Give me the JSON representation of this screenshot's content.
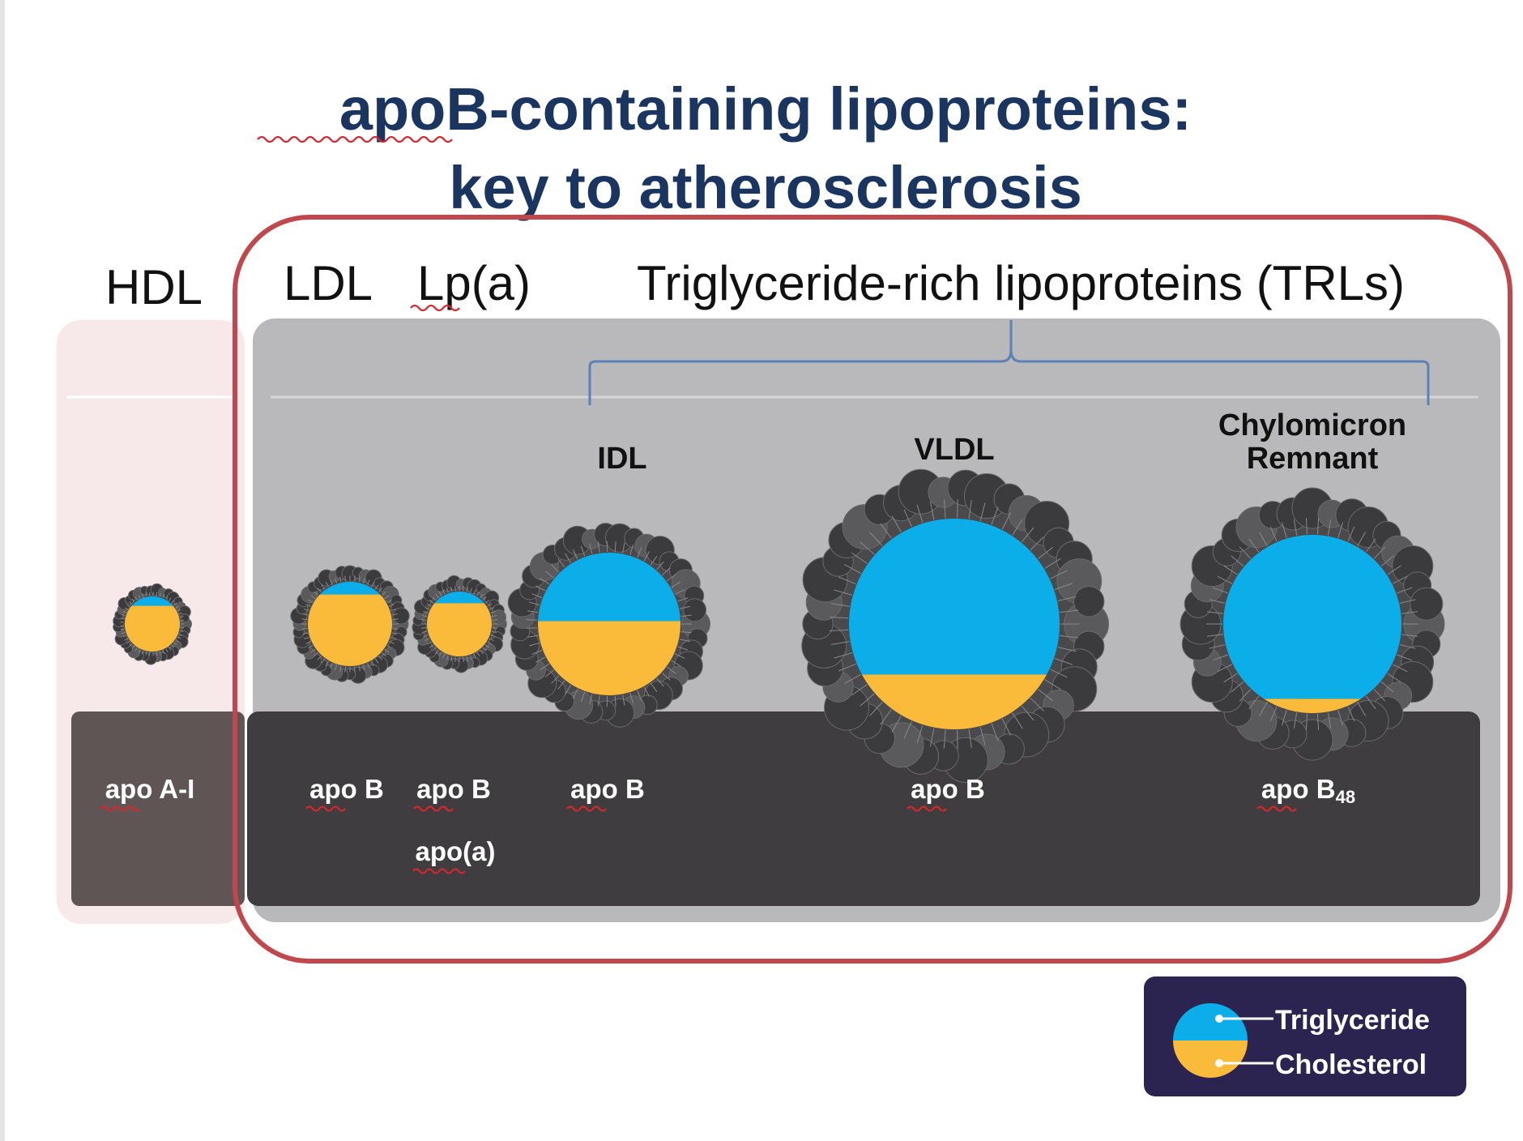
{
  "title": {
    "line1": "apoB-containing lipoproteins:",
    "line2": "key to atherosclerosis"
  },
  "group_labels": {
    "hdl": "HDL",
    "ldl": "LDL",
    "lpa": "Lp(a)",
    "trl": "Triglyceride-rich lipoproteins (TRLs)"
  },
  "particle_labels": {
    "idl": "IDL",
    "vldl": "VLDL",
    "chylo_line1": "Chylomicron",
    "chylo_line2": "Remnant"
  },
  "apo_labels": {
    "hdl": "apo A-I",
    "ldl": "apo B",
    "lpa_1": "apo B",
    "lpa_2": "apo(a)",
    "idl": "apo B",
    "vldl": "apo B",
    "chylo_base": "apo B",
    "chylo_sub": "48"
  },
  "legend": {
    "triglyceride": "Triglyceride",
    "cholesterol": "Cholesterol"
  },
  "colors": {
    "triglyceride": "#0baee8",
    "cholesterol": "#fbbb3a",
    "shell": "#4a4a4c",
    "highlight_border": "#c0474b",
    "title": "#1a3560",
    "bracket": "#5b82b8",
    "panel_gray": "#b9b8ba",
    "band_dark": "#3f3d3f"
  },
  "particles": [
    {
      "id": "hdl",
      "triglyceride_fraction": 0.17
    },
    {
      "id": "ldl",
      "triglyceride_fraction": 0.15
    },
    {
      "id": "lpa",
      "triglyceride_fraction": 0.18
    },
    {
      "id": "idl",
      "triglyceride_fraction": 0.48
    },
    {
      "id": "vldl",
      "triglyceride_fraction": 0.74
    },
    {
      "id": "chylomicron-remnant",
      "triglyceride_fraction": 0.92
    }
  ]
}
